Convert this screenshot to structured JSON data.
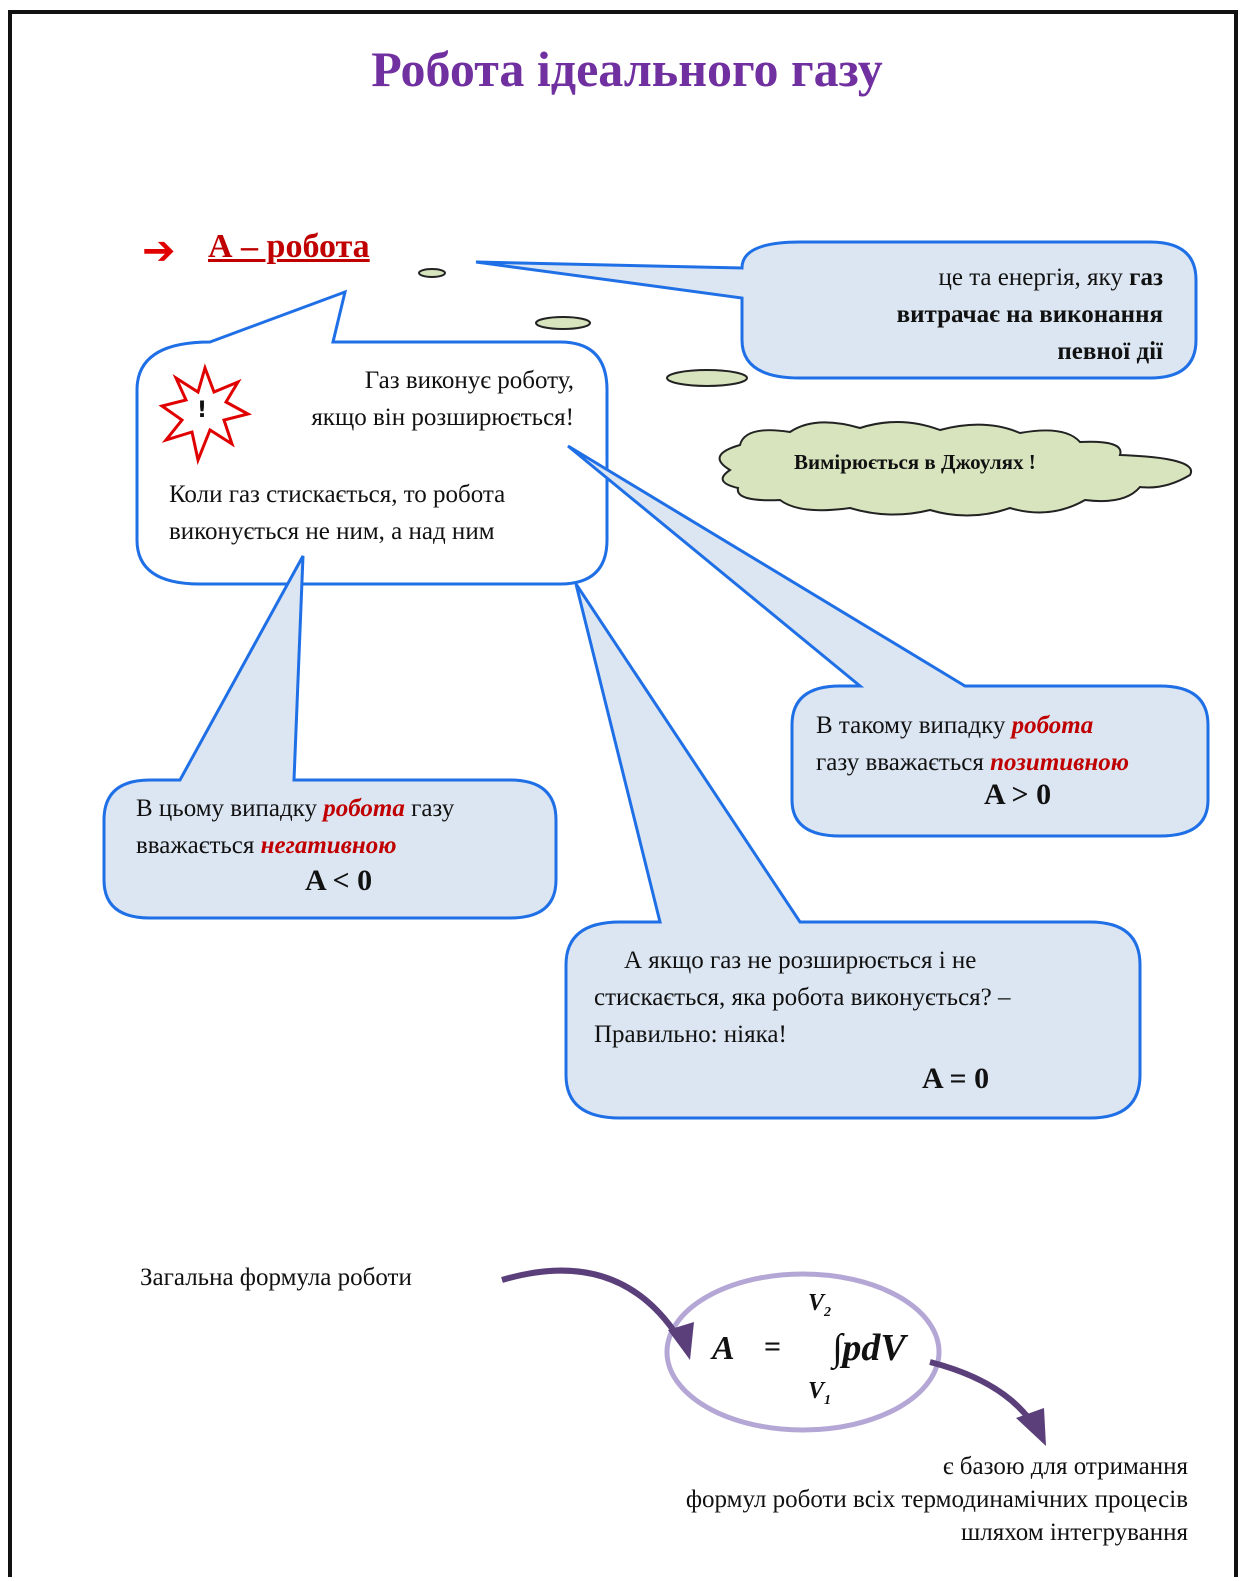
{
  "title": "Робота ідеального газу",
  "heading": "А – робота",
  "definition": {
    "part1": "це та енергія, яку ",
    "bold_word": "газ",
    "part2": "витрачає на виконання",
    "part3": "певної дії"
  },
  "measure": "Вимірюється в Джоулях !",
  "main_bubble": {
    "line1": "Газ виконує роботу,",
    "line2": "якщо він розширюється!",
    "line3": "Коли газ стискається, то робота",
    "line4": "виконується не ним, а над ним"
  },
  "positive": {
    "pre": "В такому випадку ",
    "em1": "робота",
    "pre2": "газу вважається ",
    "em2": "позитивною",
    "formula": "A > 0"
  },
  "negative": {
    "pre": "В цьому випадку ",
    "em1": "робота",
    "post1": " газу",
    "pre2": "вважається ",
    "em2": "негативною",
    "formula": "A < 0"
  },
  "zero": {
    "line1": "А якщо газ не розширюється і не",
    "line2": "стискається, яка робота виконується? –",
    "line3": "Правильно: ніяка!",
    "formula": "A = 0"
  },
  "general_label": "Загальна формула роботи",
  "formula": {
    "lhs": "A",
    "eq": "=",
    "upper": "V",
    "upper_sub": "2",
    "integral": "∫pdV",
    "lower": "V",
    "lower_sub": "1"
  },
  "footer": {
    "line1": "є базою для отримання",
    "line2": "формул роботи всіх термодинамічних процесів",
    "line3": "шляхом інтегрування"
  },
  "colors": {
    "title": "#7030a0",
    "accent_red": "#c00000",
    "bubble_fill": "#dce6f2",
    "bubble_stroke": "#1f6fe6",
    "cloud_fill": "#d7e4bd",
    "arrow_purple": "#5b3f7a",
    "ellipse_stroke": "#b4a7d6"
  }
}
